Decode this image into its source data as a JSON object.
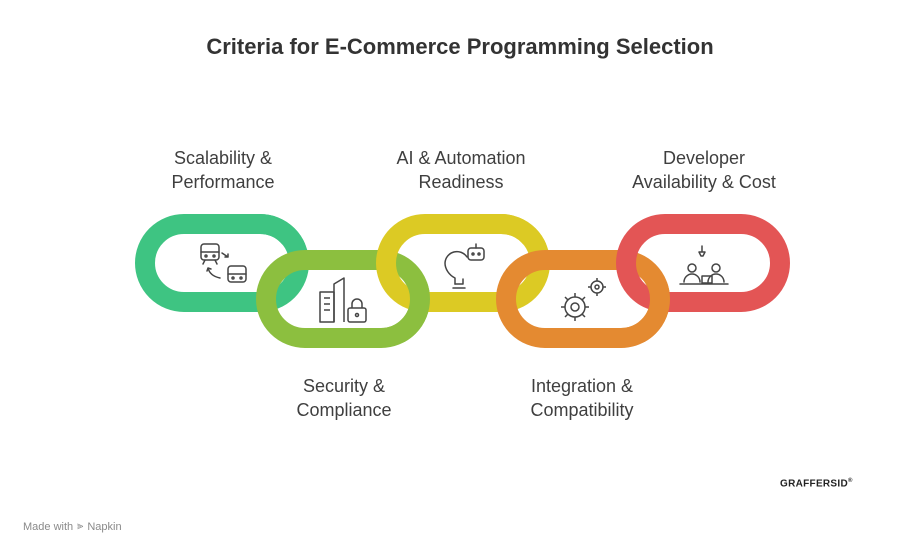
{
  "title": "Criteria for E-Commerce Programming Selection",
  "criteria": [
    {
      "line1": "Scalability &",
      "line2": "Performance",
      "color": "#3ec482",
      "icon": "trains-icon"
    },
    {
      "line1": "Security &",
      "line2": "Compliance",
      "color": "#8cbf3f",
      "icon": "building-lock-icon"
    },
    {
      "line1": "AI & Automation",
      "line2": "Readiness",
      "color": "#dcca24",
      "icon": "lightbulb-robot-icon"
    },
    {
      "line1": "Integration &",
      "line2": "Compatibility",
      "color": "#e48a31",
      "icon": "gears-icon"
    },
    {
      "line1": "Developer",
      "line2": "Availability & Cost",
      "color": "#e35555",
      "icon": "developers-icon"
    }
  ],
  "footer": {
    "made_with": "Made with",
    "tool": "Napkin"
  },
  "brand": "GRAFFERSID"
}
